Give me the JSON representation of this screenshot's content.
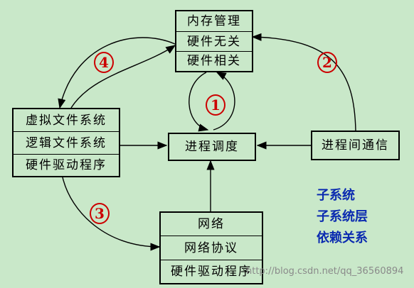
{
  "memory_box": [
    "内存管理",
    "硬件无关",
    "硬件相关"
  ],
  "fs_box": [
    "虚拟文件系统",
    "逻辑文件系统",
    "硬件驱动程序"
  ],
  "scheduler": "进程调度",
  "ipc": "进程间通信",
  "network_box": [
    "网络",
    "网络协议",
    "硬件驱动程序"
  ],
  "markers": [
    "1",
    "2",
    "3",
    "4"
  ],
  "legend": [
    "子系统",
    "子系统层",
    "依赖关系"
  ],
  "watermark": "http://blog.csdn.net/qq_36560894",
  "colors": {
    "background": "#c9e8c9",
    "marker": "#cc0000",
    "legend": "#0a2ab0"
  }
}
